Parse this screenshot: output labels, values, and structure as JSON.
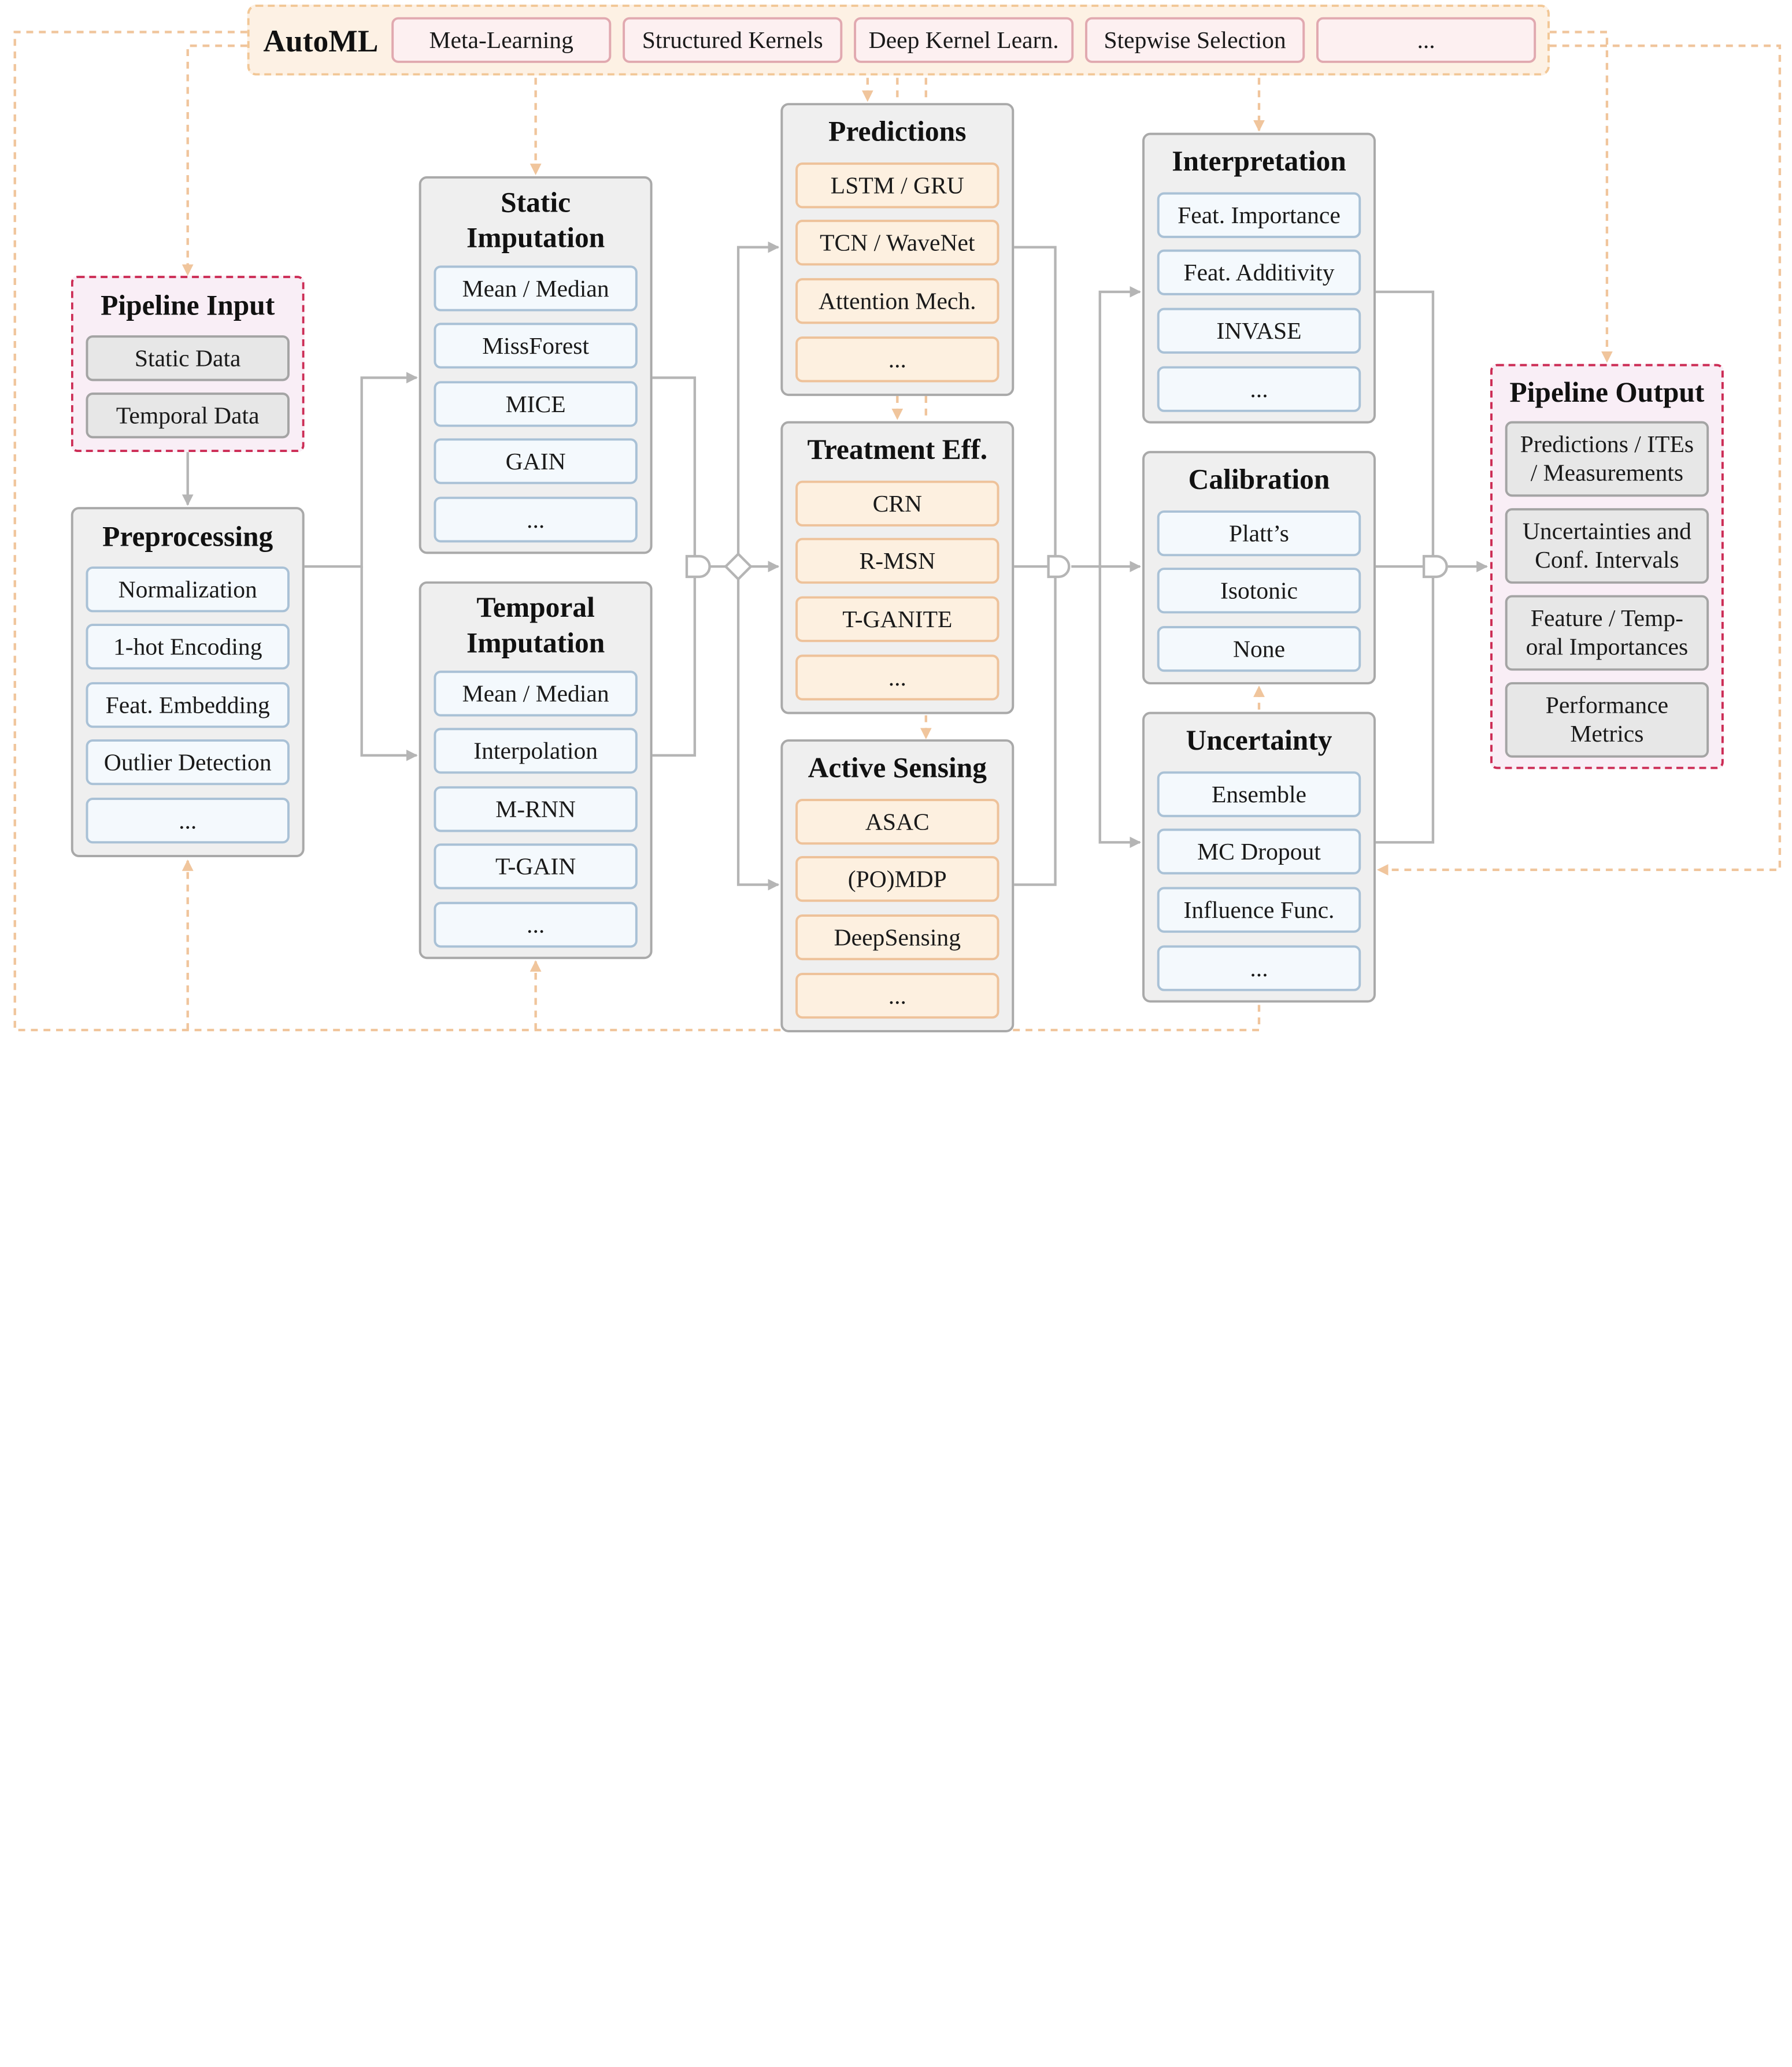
{
  "automl": {
    "title": "AutoML",
    "items": [
      "Meta-Learning",
      "Structured Kernels",
      "Deep Kernel Learn.",
      "Stepwise Selection",
      "..."
    ]
  },
  "pipeline_input": {
    "title": "Pipeline Input",
    "items": [
      "Static Data",
      "Temporal Data"
    ]
  },
  "preprocessing": {
    "title": "Preprocessing",
    "items": [
      "Normalization",
      "1-hot Encoding",
      "Feat. Embedding",
      "Outlier Detection",
      "..."
    ]
  },
  "static_imputation": {
    "title_line1": "Static",
    "title_line2": "Imputation",
    "items": [
      "Mean / Median",
      "MissForest",
      "MICE",
      "GAIN",
      "..."
    ]
  },
  "temporal_imputation": {
    "title_line1": "Temporal",
    "title_line2": "Imputation",
    "items": [
      "Mean / Median",
      "Interpolation",
      "M-RNN",
      "T-GAIN",
      "..."
    ]
  },
  "predictions": {
    "title": "Predictions",
    "items": [
      "LSTM / GRU",
      "TCN / WaveNet",
      "Attention Mech.",
      "..."
    ]
  },
  "treatment": {
    "title": "Treatment Eff.",
    "items": [
      "CRN",
      "R-MSN",
      "T-GANITE",
      "..."
    ]
  },
  "active_sensing": {
    "title": "Active Sensing",
    "items": [
      "ASAC",
      "(PO)MDP",
      "DeepSensing",
      "..."
    ]
  },
  "interpretation": {
    "title": "Interpretation",
    "items": [
      "Feat. Importance",
      "Feat. Additivity",
      "INVASE",
      "..."
    ]
  },
  "calibration": {
    "title": "Calibration",
    "items": [
      "Platt’s",
      "Isotonic",
      "None"
    ]
  },
  "uncertainty": {
    "title": "Uncertainty",
    "items": [
      "Ensemble",
      "MC Dropout",
      "Influence Func.",
      "..."
    ]
  },
  "pipeline_output": {
    "title": "Pipeline Output",
    "items": [
      [
        "Predictions / ITEs",
        "/ Measurements"
      ],
      [
        "Uncertainties and",
        "Conf. Intervals"
      ],
      [
        "Feature / Temp-",
        "oral Importances"
      ],
      [
        "Performance",
        "Metrics"
      ]
    ]
  },
  "colors": {
    "solid_line": "#b5b5b5",
    "dashed_line": "#f0c59c",
    "io_border": "#cc2c55"
  }
}
